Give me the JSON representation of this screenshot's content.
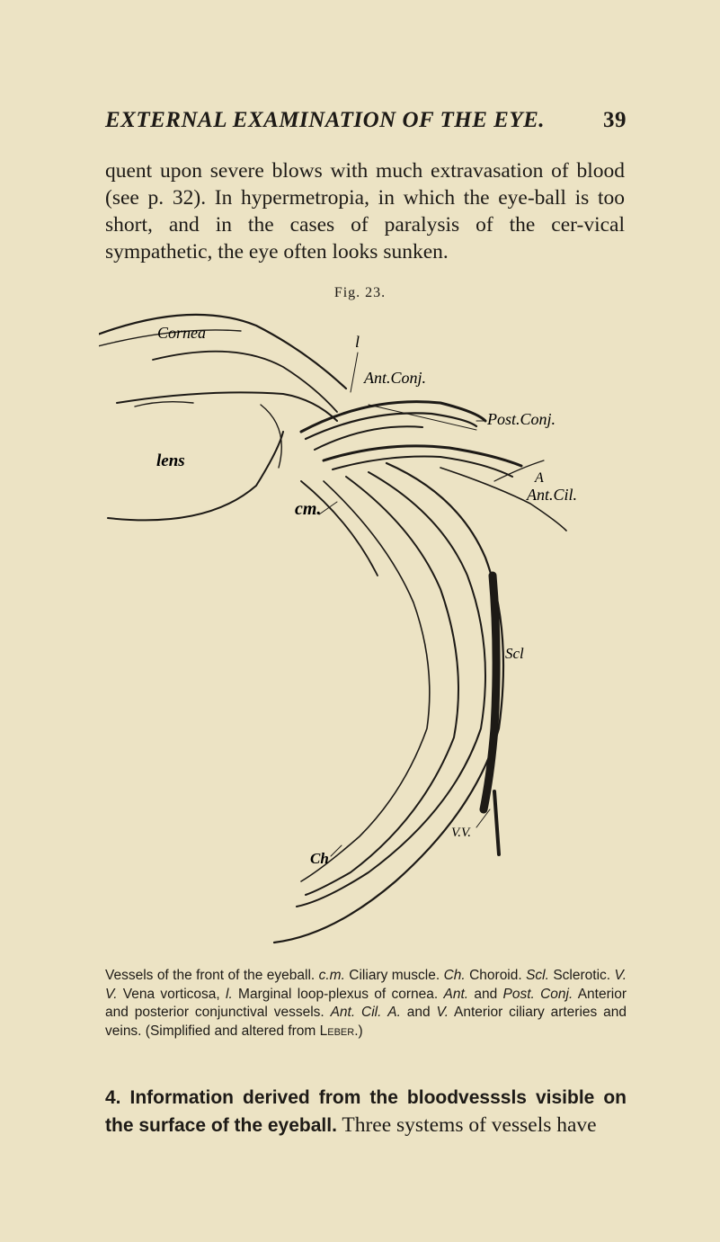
{
  "running_head": {
    "title": "EXTERNAL EXAMINATION OF THE EYE.",
    "page_number": "39"
  },
  "body_paragraph": "quent upon severe blows with much extravasation of blood (see p. 32). In hypermetropia, in which the eye-ball is too short, and in the cases of paralysis of the cer-vical sympathetic, the eye often looks sunken.",
  "figure": {
    "label": "Fig. 23.",
    "labels": {
      "cornea": "Cornea",
      "l": "l",
      "ant_conj": "Ant.Conj.",
      "post_conj": "Post.Conj.",
      "lens": "lens",
      "a": "A",
      "ant_cil": "Ant.Cil.",
      "cm": "cm.",
      "scl": "Scl",
      "vv": "V.V.",
      "ch": "Ch"
    }
  },
  "caption": {
    "s1": "Vessels of the front of the eyeball.",
    "s2_term": "c.m.",
    "s2_text": "Ciliary muscle.",
    "s3_term": "Ch.",
    "s3_text": "Choroid.",
    "s4_term": "Scl.",
    "s4_text": "Sclerotic.",
    "s5_term": "V. V.",
    "s5_text": "Vena vorticosa,",
    "s6_term": "l.",
    "s6_text": "Marginal loop-plexus of cornea.",
    "s7_term_a": "Ant.",
    "s7_and": "and",
    "s7_term_b": "Post. Conj.",
    "s7_text": "Anterior and posterior conjunctival vessels.",
    "s8_term_a": "Ant. Cil.",
    "s8_term_b": "A.",
    "s8_and": "and",
    "s8_term_c": "V.",
    "s8_text": "Anterior ciliary arteries and veins. (Simplified and altered from",
    "s8_author": "Leber.)"
  },
  "section": {
    "heading": "4. Information derived from the bloodvesssls visible on the surface of the eyeball.",
    "text": "Three systems of vessels have"
  }
}
